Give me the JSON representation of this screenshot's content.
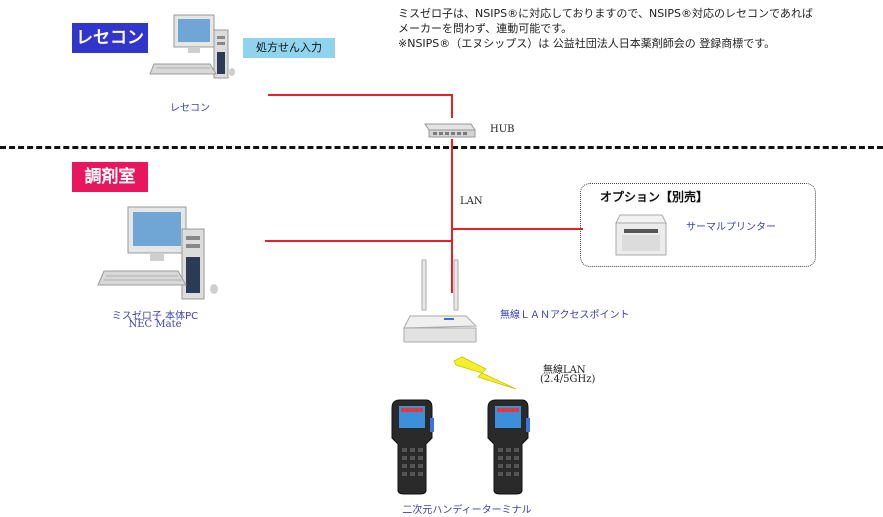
{
  "notes": {
    "line1": "ミスゼロ子は、NSIPS®に対応しておりますので、NSIPS®対応のレセコンであれば",
    "line2": "メーカーを問わず、連動可能です。",
    "line3": "※NSIPS®（エヌシップス）は 公益社団法人日本薬剤師会の 登録商標です。"
  },
  "sections": {
    "top_label": "レセコン",
    "bottom_label": "調剤室"
  },
  "devices": {
    "recekon_badge": "処方せん入力",
    "recekon_caption": "レセコン",
    "hub_caption": "HUB",
    "lan_caption": "LAN",
    "pc_caption_line1": "ミスゼロ子 本体PC",
    "pc_caption_line2": "NEC Mate",
    "option_title": "オプション【別売】",
    "printer_caption": "サーマルプリンター",
    "ap_caption": "無線ＬＡＮアクセスポイント",
    "wifi_caption_line1": "無線LAN",
    "wifi_caption_line2": "(2.4/5GHz)",
    "terminal_caption": "二次元ハンディーターミナル"
  },
  "colors": {
    "top_label_bg": "#3235c9",
    "bottom_label_bg": "#e8175d",
    "link_line": "#e8202a",
    "badge_bg": "#8fd3ee",
    "bolt": "#f3f02a"
  }
}
